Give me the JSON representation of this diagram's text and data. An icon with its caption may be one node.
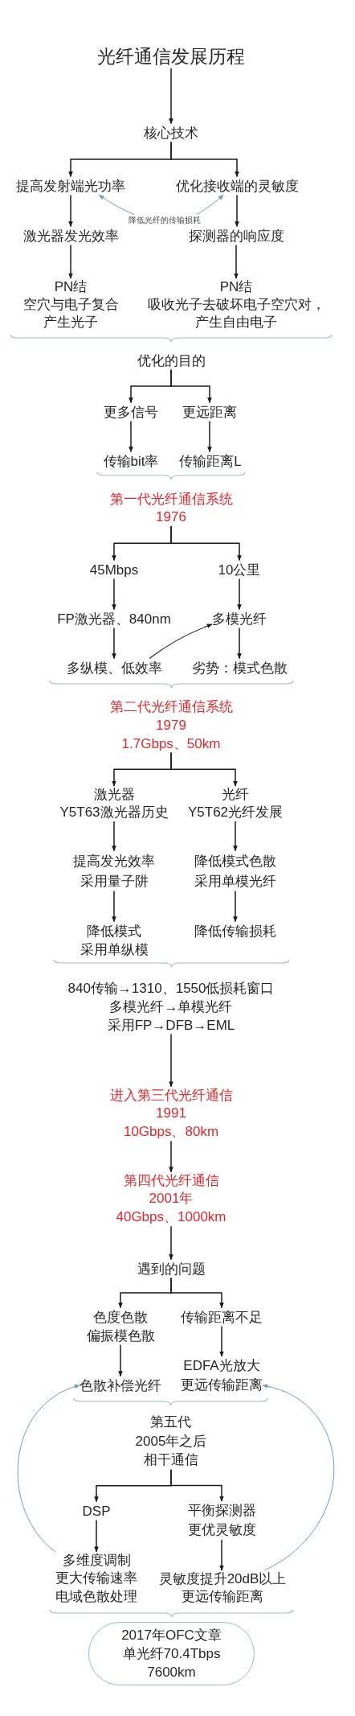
{
  "diagram": {
    "nodes": [
      {
        "text": [
          "光纤通信发展历程"
        ]
      },
      {
        "text": [
          "核心技术"
        ]
      },
      {
        "text": [
          "提高发射端光功率"
        ]
      },
      {
        "text": [
          "优化接收端的灵敏度"
        ]
      },
      {
        "text": [
          "降低光纤的传输损耗"
        ]
      },
      {
        "text": [
          "激光器发光效率"
        ]
      },
      {
        "text": [
          "探测器的响应度"
        ]
      },
      {
        "text": [
          "PN结",
          "空穴与电子复合产生光子"
        ]
      },
      {
        "text": [
          "PN结",
          "吸收光子去破坏电子空穴对，产生自由电子"
        ]
      },
      {
        "text": [
          "优化的目的"
        ]
      },
      {
        "text": [
          "更多信号"
        ]
      },
      {
        "text": [
          "更远距离"
        ]
      },
      {
        "text": [
          "传输bit率"
        ]
      },
      {
        "text": [
          "传输距离L"
        ]
      },
      {
        "text": [
          "第一代光纤通信系统",
          "1976"
        ]
      },
      {
        "text": [
          "45Mbps"
        ]
      },
      {
        "text": [
          "10公里"
        ]
      },
      {
        "text": [
          "FP激光器、840nm"
        ]
      },
      {
        "text": [
          "多模光纤"
        ]
      },
      {
        "text": [
          "多纵模、低效率"
        ]
      },
      {
        "text": [
          "劣势：模式色散"
        ]
      },
      {
        "text": [
          "第二代光纤通信系统",
          "1979",
          "1.7Gbps、50km"
        ]
      },
      {
        "text": [
          "激光器",
          "Y5T63激光器历史"
        ]
      },
      {
        "text": [
          "光纤",
          "Y5T62光纤发展"
        ]
      },
      {
        "text": [
          "提高发光效率",
          "采用量子阱"
        ]
      },
      {
        "text": [
          "降低模式色散",
          "采用单模光纤"
        ]
      },
      {
        "text": [
          "降低模式",
          "采用单纵模"
        ]
      },
      {
        "text": [
          "降低传输损耗"
        ]
      },
      {
        "text": [
          "840传输→1310、1550低损耗窗口",
          "多模光纤→单模光纤",
          "采用FP→DFB→EML"
        ]
      },
      {
        "text": [
          "进入第三代光纤通信",
          "1991",
          "10Gbps、80km"
        ]
      },
      {
        "text": [
          "第四代光纤通信",
          "2001年",
          "40Gbps、1000km"
        ]
      },
      {
        "text": [
          "遇到的问题"
        ]
      },
      {
        "text": [
          "色度色散",
          "偏振模色散"
        ]
      },
      {
        "text": [
          "传输距离不足"
        ]
      },
      {
        "text": [
          "色散补偿光纤"
        ]
      },
      {
        "text": [
          "EDFA光放大",
          "更远传输距离"
        ]
      },
      {
        "text": [
          "第五代",
          "2005年之后",
          "相干通信"
        ]
      },
      {
        "text": [
          "DSP"
        ]
      },
      {
        "text": [
          "平衡探测器",
          "更优灵敏度"
        ]
      },
      {
        "text": [
          "多维度调制",
          "更大传输速率",
          "电域色散处理"
        ]
      },
      {
        "text": [
          "灵敏度提升20dB以上",
          "更远传输距离"
        ]
      },
      {
        "text": [
          "2017年OFC文章",
          "单光纤70.4Tbps",
          "7600km"
        ]
      }
    ],
    "edges": [
      {
        "from": 0,
        "to": 1,
        "arrow": "to"
      },
      {
        "from": 1,
        "to": 2,
        "arrow": "to"
      },
      {
        "from": 1,
        "to": 3,
        "arrow": "to"
      },
      {
        "from": 4,
        "to": 2,
        "arrow": "to",
        "color": "#6b9ec7"
      },
      {
        "from": 4,
        "to": 3,
        "arrow": "to",
        "color": "#6b9ec7"
      },
      {
        "from": 2,
        "to": 5,
        "arrow": "to"
      },
      {
        "from": 3,
        "to": 6,
        "arrow": "to"
      },
      {
        "from": 5,
        "to": 7,
        "arrow": "to"
      },
      {
        "from": 6,
        "to": 8,
        "arrow": "to"
      },
      {
        "from": 9,
        "to": 10,
        "arrow": "to"
      },
      {
        "from": 9,
        "to": 11,
        "arrow": "to"
      },
      {
        "from": 10,
        "to": 12,
        "arrow": "to"
      },
      {
        "from": 11,
        "to": 13,
        "arrow": "to"
      },
      {
        "from": 14,
        "to": 15,
        "arrow": "to"
      },
      {
        "from": 14,
        "to": 16,
        "arrow": "to"
      },
      {
        "from": 15,
        "to": 17,
        "arrow": "to"
      },
      {
        "from": 16,
        "to": 18,
        "arrow": "to"
      },
      {
        "from": 17,
        "to": 19,
        "arrow": "to"
      },
      {
        "from": 18,
        "to": 20,
        "arrow": "to"
      },
      {
        "from": 19,
        "to": 18,
        "arrow": "to"
      },
      {
        "from": 21,
        "to": 22,
        "arrow": "to"
      },
      {
        "from": 21,
        "to": 23,
        "arrow": "to"
      },
      {
        "from": 22,
        "to": 24,
        "arrow": "to"
      },
      {
        "from": 23,
        "to": 25,
        "arrow": "to"
      },
      {
        "from": 24,
        "to": 26,
        "arrow": "to"
      },
      {
        "from": 25,
        "to": 27,
        "arrow": "to"
      },
      {
        "from": 28,
        "to": 29,
        "arrow": "to"
      },
      {
        "from": 29,
        "to": 30,
        "arrow": "to"
      },
      {
        "from": 30,
        "to": 31,
        "arrow": "to"
      },
      {
        "from": 31,
        "to": 32,
        "arrow": "to"
      },
      {
        "from": 31,
        "to": 33,
        "arrow": "to"
      },
      {
        "from": 32,
        "to": 34,
        "arrow": "to"
      },
      {
        "from": 33,
        "to": 35,
        "arrow": "to"
      },
      {
        "from": 36,
        "to": 37,
        "arrow": "to"
      },
      {
        "from": 36,
        "to": 38,
        "arrow": "to"
      },
      {
        "from": 37,
        "to": 39,
        "arrow": "to"
      },
      {
        "from": 38,
        "to": 40,
        "arrow": "to"
      },
      {
        "from": 39,
        "to": 34,
        "arrow": "to",
        "color": "#6b9ec7"
      },
      {
        "from": 40,
        "to": 35,
        "arrow": "to",
        "color": "#6b9ec7"
      }
    ]
  }
}
